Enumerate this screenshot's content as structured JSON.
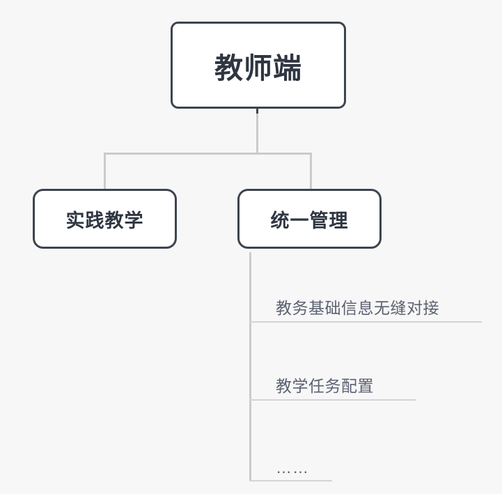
{
  "diagram": {
    "type": "tree",
    "background_color": "#f7f7f7",
    "node_border_color": "#3d4450",
    "node_fill_color": "#ffffff",
    "connector_color": "#c9cbcc",
    "leaf_text_color": "#5b6270",
    "root": {
      "label": "教师端"
    },
    "branches": [
      {
        "label": "实践教学"
      },
      {
        "label": "统一管理"
      }
    ],
    "leaves": [
      {
        "label": "教务基础信息无缝对接",
        "rule_width": 334
      },
      {
        "label": "教学任务配置",
        "rule_width": 239
      },
      {
        "label": "……",
        "rule_width": 119
      }
    ]
  }
}
